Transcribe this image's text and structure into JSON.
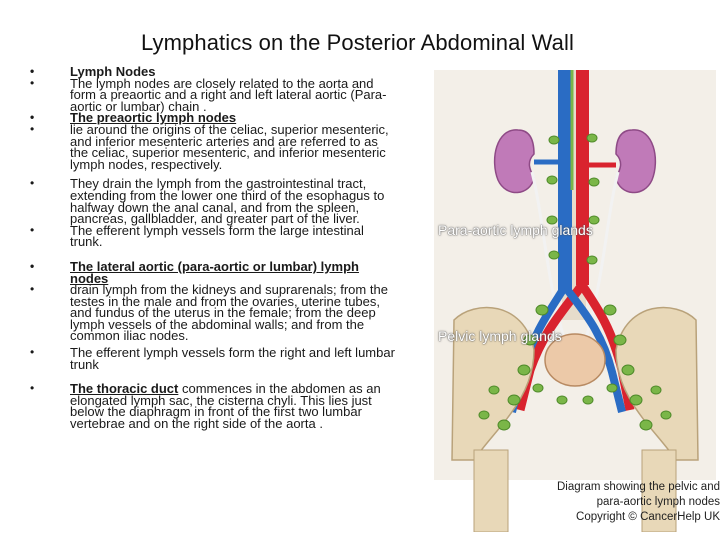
{
  "title": "Lymphatics on the Posterior Abdominal Wall",
  "bullets": [
    "Lymph Nodes",
    "The lymph nodes are closely related to the aorta and form a preaortic and a right and left lateral aortic (Para-aortic or lumbar) chain .",
    "The preaortic lymph nodes",
    "lie around the origins of the celiac, superior mesenteric, and inferior mesenteric arteries and are referred to as the celiac, superior mesenteric, and inferior mesenteric lymph nodes, respectively.",
    "They drain the lymph from the gastrointestinal tract, extending from the lower one third of the esophagus to halfway down the anal canal, and from the spleen, pancreas, gallbladder, and greater part of the liver.",
    "The efferent lymph vessels form the large intestinal trunk.",
    "The lateral aortic (para-aortic or lumbar) lymph nodes",
    "drain lymph from the kidneys and suprarenals; from the testes in the male and from the ovaries, uterine tubes, and fundus of the uterus in the female; from the deep lymph vessels of the abdominal walls; and from the common iliac nodes.",
    "The efferent lymph vessels form the right and left lumbar trunk"
  ],
  "thoracic": {
    "label": "The thoracic duct",
    "text": " commences in the abdomen as an elongated lymph sac, the cisterna chyli. This lies just below the diaphragm in front of the first two lumbar vertebrae and on the right side of the aorta ."
  },
  "figure": {
    "label_paraaortic": "Para-aortic lymph glands",
    "label_pelvic": "Pelvic lymph glands",
    "caption_line1": "Diagram showing the pelvic and",
    "caption_line2": "para-aortic lymph nodes",
    "caption_line3": "Copyright © CancerHelp UK",
    "colors": {
      "artery": "#d9232e",
      "vein": "#2a6cc4",
      "kidney": "#c07ab8",
      "node": "#7ab648",
      "bone": "#e8d8b8",
      "bladder": "#ecc9a8"
    }
  }
}
